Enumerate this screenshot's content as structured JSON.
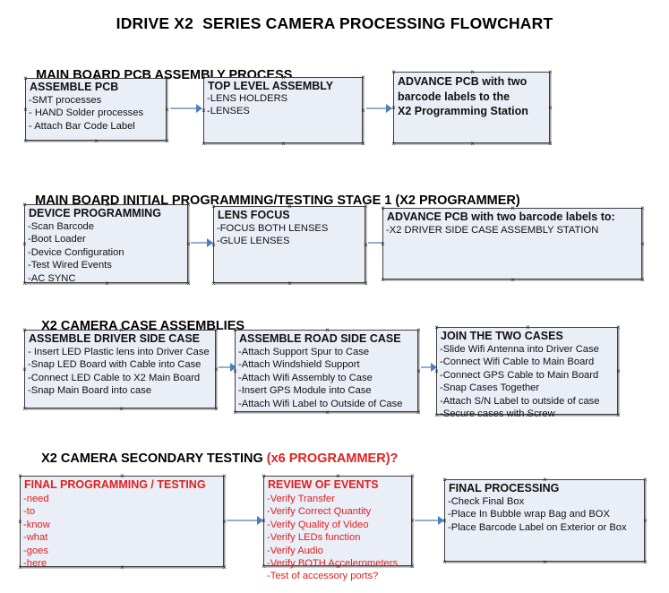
{
  "document": {
    "title": "IDRIVE X2  SERIES CAMERA PROCESSING FLOWCHART"
  },
  "sections": [
    {
      "id": "main-board-pcb-assembly-process",
      "heading": "MAIN BOARD PCB ASSEMBLY PROCESS",
      "heading_accent": "",
      "boxes": [
        {
          "id": "assemble-pcb",
          "title": "ASSEMBLE PCB",
          "items": [
            "-SMT processes",
            "- HAND Solder processes",
            "- Attach Bar Code Label"
          ],
          "color": "black"
        },
        {
          "id": "top-level-assembly",
          "title": "TOP LEVEL ASSEMBLY",
          "items": [
            "-LENS HOLDERS",
            "-LENSES"
          ],
          "color": "black"
        },
        {
          "id": "advance-pcb-to-x2-programming-station",
          "title": "ADVANCE PCB with two",
          "items": [
            "barcode labels to the",
            " X2 Programming Station"
          ],
          "color": "black",
          "all_bold": true
        }
      ]
    },
    {
      "id": "main-board-initial-programming-testing-stage-1",
      "heading": "MAIN BOARD INITIAL PROGRAMMING/TESTING STAGE 1 (X2 PROGRAMMER)",
      "heading_accent": "",
      "boxes": [
        {
          "id": "device-programming",
          "title": "DEVICE PROGRAMMING",
          "items": [
            "-Scan Barcode",
            "-Boot Loader",
            "-Device Configuration",
            "-Test Wired Events",
            "-AC SYNC"
          ],
          "color": "black"
        },
        {
          "id": "lens-focus",
          "title": "LENS FOCUS",
          "items": [
            "-FOCUS BOTH LENSES",
            "-GLUE LENSES"
          ],
          "color": "black"
        },
        {
          "id": "advance-pcb-to-driver-side-case-assembly-station",
          "title": "ADVANCE PCB with two barcode labels to:",
          "items": [
            "-X2 DRIVER  SIDE  CASE  ASSEMBLY STATION"
          ],
          "color": "black"
        }
      ]
    },
    {
      "id": "x2-camera-case-assemblies",
      "heading": "X2 CAMERA CASE ASSEMBLIES",
      "heading_accent": "",
      "boxes": [
        {
          "id": "assemble-driver-side-case",
          "title": "ASSEMBLE DRIVER SIDE CASE",
          "items": [
            "- Insert LED Plastic lens into Driver Case",
            "-Snap LED Board with Cable into Case",
            "-Connect LED Cable to X2 Main Board",
            "-Snap Main Board into case"
          ],
          "color": "black"
        },
        {
          "id": "assemble-road-side-case",
          "title": "ASSEMBLE ROAD SIDE CASE",
          "items": [
            "-Attach Support Spur to Case",
            "-Attach Windshield Support",
            "-Attach Wifi Assembly to Case",
            "-Insert GPS Module into Case",
            "-Attach Wifi Label to Outside of Case"
          ],
          "color": "black"
        },
        {
          "id": "join-the-two-cases",
          "title": "JOIN THE TWO CASES",
          "items": [
            "-Slide Wifi Antenna into Driver Case",
            "-Connect Wifi Cable to Main Board",
            "-Connect GPS Cable to Main Board",
            "-Snap Cases Together",
            "-Attach S/N Label to outside of case",
            "-Secure cases with Screw"
          ],
          "color": "black"
        }
      ]
    },
    {
      "id": "x2-camera-secondary-testing",
      "heading": "X2 CAMERA SECONDARY TESTING ",
      "heading_accent": "(x6 PROGRAMMER)?",
      "boxes": [
        {
          "id": "final-programming-testing",
          "title": "FINAL PROGRAMMING / TESTING",
          "items": [
            "-need",
            "-to",
            "-know",
            "-what",
            "-goes",
            "-here"
          ],
          "color": "red"
        },
        {
          "id": "review-of-events",
          "title": "REVIEW OF EVENTS",
          "items": [
            "-Verify Transfer",
            "-Verify Correct Quantity",
            "-Verify Quality of Video",
            "-Verify LEDs function",
            "-Verify Audio",
            "-Verify BOTH Accelerometers",
            "-Test of accessory ports?"
          ],
          "color": "red"
        },
        {
          "id": "final-processing",
          "title": "FINAL PROCESSING",
          "items": [
            " -Check Final Box",
            "-Place In Bubble wrap Bag and BOX",
            "-Place Barcode Label on Exterior or Box"
          ],
          "color": "black"
        }
      ]
    }
  ],
  "theme": {
    "box_fill": "#eaeef7",
    "box_border": "#3f3f3f",
    "connector": "#8fb0cf",
    "arrowhead": "#4a7fbf",
    "accent_red": "#e02020",
    "text": "#111111"
  }
}
